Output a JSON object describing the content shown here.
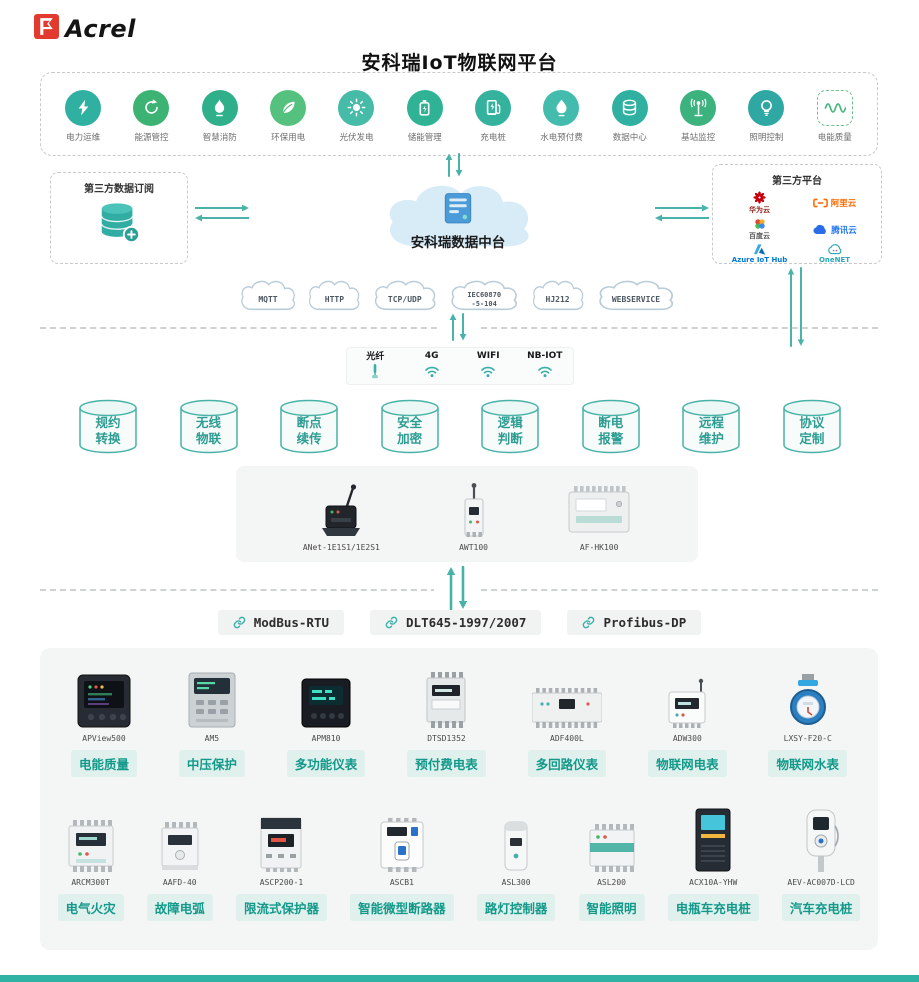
{
  "brand": {
    "name": "Acrel",
    "logo_color": "#e23a2e"
  },
  "platform": {
    "title": "安科瑞IoT物联网平台",
    "apps": [
      {
        "icon": "power-ops",
        "label": "电力运维",
        "color": "#2fb0a0"
      },
      {
        "icon": "energy-mgmt",
        "label": "能源管控",
        "color": "#3cb373"
      },
      {
        "icon": "fire-safety",
        "label": "智慧消防",
        "color": "#2fb08a"
      },
      {
        "icon": "eco-power",
        "label": "环保用电",
        "color": "#55c17e"
      },
      {
        "icon": "solar-pv",
        "label": "光伏发电",
        "color": "#46bba8"
      },
      {
        "icon": "energy-storage",
        "label": "储能管理",
        "color": "#2fb394"
      },
      {
        "icon": "ev-charging",
        "label": "充电桩",
        "color": "#35b29e"
      },
      {
        "icon": "prepaid-utility",
        "label": "水电预付费",
        "color": "#43bcae"
      },
      {
        "icon": "data-center",
        "label": "数据中心",
        "color": "#2fb0a0"
      },
      {
        "icon": "base-station",
        "label": "基站监控",
        "color": "#3cb37e"
      },
      {
        "icon": "lighting-control",
        "label": "照明控制",
        "color": "#2fa8a3"
      },
      {
        "icon": "power-quality",
        "label": "电能质量",
        "color": "#4bb97e",
        "dashed": true
      }
    ]
  },
  "middle": {
    "left_box_title": "第三方数据订阅",
    "cloud_label": "安科瑞数据中台",
    "right_box_title": "第三方平台",
    "partners": [
      {
        "id": "huawei-cloud",
        "label": "华为云",
        "color": "#8c1f17",
        "layout": "col"
      },
      {
        "id": "ali-cloud",
        "label": "阿里云",
        "color": "#ff6a00",
        "layout": "row"
      },
      {
        "id": "baidu-cloud",
        "label": "百度云",
        "color": "#555555",
        "layout": "col"
      },
      {
        "id": "tencent-cloud",
        "label": "腾讯云",
        "color": "#2478f2",
        "layout": "row"
      },
      {
        "id": "azure-iot-hub",
        "label": "Azure IoT Hub",
        "color": "#0078d4",
        "layout": "col"
      },
      {
        "id": "onenet",
        "label": "OneNET",
        "color": "#2aa7b8",
        "layout": "col"
      }
    ],
    "protocol_clouds": [
      "MQTT",
      "HTTP",
      "TCP/UDP",
      "IEC60870-5-104",
      "HJ212",
      "WEBSERVICE"
    ]
  },
  "connectivity": [
    {
      "id": "fiber",
      "icon": "fiber",
      "label": "光纤"
    },
    {
      "id": "4g",
      "icon": "wifi",
      "label": "4G"
    },
    {
      "id": "wifi",
      "icon": "wifi",
      "label": "WIFI"
    },
    {
      "id": "nb-iot",
      "icon": "wifi",
      "label": "NB-IOT"
    }
  ],
  "features": [
    "规约转换",
    "无线物联",
    "断点续传",
    "安全加密",
    "逻辑判断",
    "断电报警",
    "远程维护",
    "协议定制"
  ],
  "gateways": [
    {
      "model": "ANet-1E1S1/1E2S1",
      "type": "anet"
    },
    {
      "model": "AWT100",
      "type": "awt"
    },
    {
      "model": "AF-HK100",
      "type": "afhk"
    }
  ],
  "field_protocols": [
    "ModBus-RTU",
    "DLT645-1997/2007",
    "Profibus-DP"
  ],
  "products": {
    "row1": [
      {
        "model": "APView500",
        "category": "电能质量",
        "type": "panel-dark"
      },
      {
        "model": "AM5",
        "category": "中压保护",
        "type": "relay"
      },
      {
        "model": "APM810",
        "category": "多功能仪表",
        "type": "meter-black"
      },
      {
        "model": "DTSD1352",
        "category": "预付费电表",
        "type": "din-meter"
      },
      {
        "model": "ADF400L",
        "category": "多回路仪表",
        "type": "din-wide"
      },
      {
        "model": "ADW300",
        "category": "物联网电表",
        "type": "iot-meter"
      },
      {
        "model": "LXSY-F20-C",
        "category": "物联网水表",
        "type": "water-meter"
      }
    ],
    "row2": [
      {
        "model": "ARCM300T",
        "category": "电气火灾",
        "type": "din-screen"
      },
      {
        "model": "AAFD-40",
        "category": "故障电弧",
        "type": "din-small"
      },
      {
        "model": "ASCP200-1",
        "category": "限流式保护器",
        "type": "din-tall"
      },
      {
        "model": "ASCB1",
        "category": "智能微型断路器",
        "type": "breaker"
      },
      {
        "model": "ASL300",
        "category": "路灯控制器",
        "type": "slim-ctrl"
      },
      {
        "model": "ASL200",
        "category": "智能照明",
        "type": "din-module2"
      },
      {
        "model": "ACX10A-YHW",
        "category": "电瓶车充电桩",
        "type": "cabinet"
      },
      {
        "model": "AEV-AC007D-LCD",
        "category": "汽车充电桩",
        "type": "wallbox"
      }
    ]
  }
}
